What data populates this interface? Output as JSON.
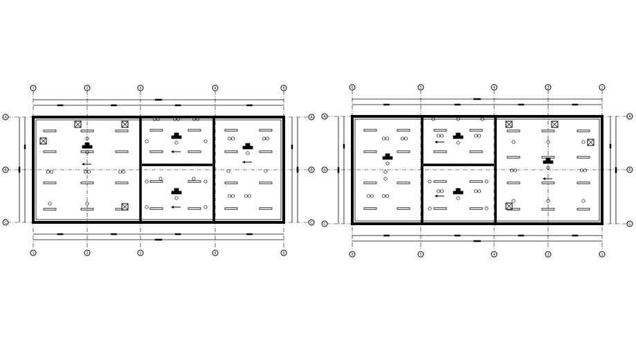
{
  "drawing": {
    "line_color": "#000000",
    "background": "#ffffff",
    "grid_bubble_labels": {
      "left_plan": {
        "top": [
          "1",
          "2",
          "3",
          "4",
          "5"
        ],
        "bottom": [
          "1",
          "2",
          "3",
          "4",
          "5"
        ],
        "left": [
          "A",
          "B",
          "C"
        ],
        "right": [
          "A",
          "B",
          "C"
        ]
      },
      "right_plan": {
        "top": [
          "6",
          "5",
          "4",
          "3",
          "1"
        ],
        "bottom": [
          "6",
          "5",
          "4",
          "3",
          "1"
        ],
        "left": [
          "A",
          "B",
          "C"
        ],
        "right": [
          "A",
          "B",
          "C"
        ]
      }
    },
    "plans": [
      {
        "id": "left-plan",
        "rooms": 4
      },
      {
        "id": "right-plan",
        "rooms": 4
      }
    ]
  }
}
